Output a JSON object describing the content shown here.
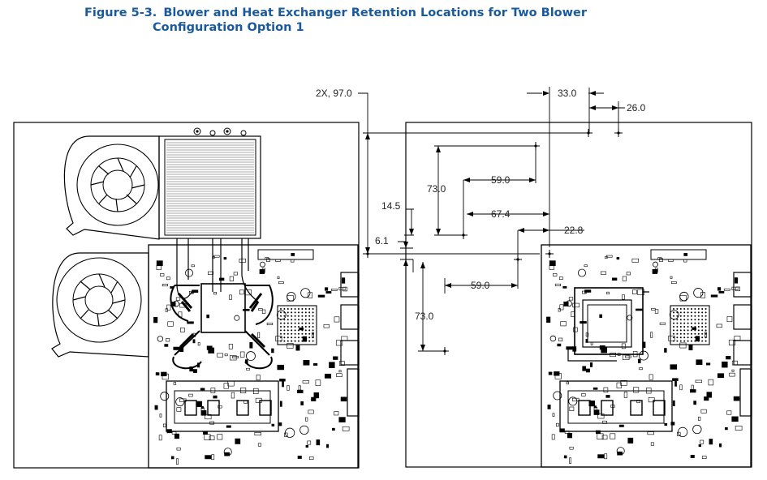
{
  "caption": {
    "figure_number": "Figure 5-3.",
    "title_line1": "Blower and Heat Exchanger Retention Locations for Two Blower",
    "title_line2": "Configuration Option 1"
  },
  "dimensions": {
    "d_2x97": "2X, 97.0",
    "d_33": "33.0",
    "d_26": "26.0",
    "d_73_top": "73.0",
    "d_59_top": "59.0",
    "d_14_5": "14.5",
    "d_67_4": "67.4",
    "d_22_8": "22.8",
    "d_6_1": "6.1",
    "d_59_bottom": "59.0",
    "d_73_bottom": "73.0"
  },
  "memory_slot_chip_count": 4
}
